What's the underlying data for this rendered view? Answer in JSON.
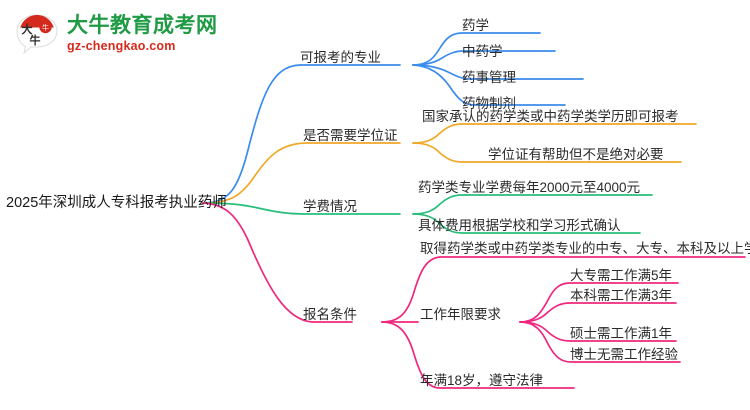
{
  "logo": {
    "mark_name": "daniu-bull-logo",
    "cn_name": "大牛教育成考网",
    "domain": "gz-chengkao.com",
    "brand_green": "#1f9a45",
    "brand_red": "#d42a1e"
  },
  "mindmap": {
    "root": "2025年深圳成人专科报考执业药师",
    "branch_colors": {
      "blue": "#3b8ced",
      "orange": "#f0a828",
      "green": "#28bf7a",
      "pink": "#f0277f"
    },
    "branches": [
      {
        "label": "可报考的专业",
        "color": "#3b8ced",
        "children": [
          {
            "label": "药学"
          },
          {
            "label": "中药学"
          },
          {
            "label": "药事管理"
          },
          {
            "label": "药物制剂"
          }
        ]
      },
      {
        "label": "是否需要学位证",
        "color": "#f0a828",
        "children": [
          {
            "label": "国家承认的药学类或中药学类学历即可报考"
          },
          {
            "label": "学位证有帮助但不是绝对必要"
          }
        ]
      },
      {
        "label": "学费情况",
        "color": "#28bf7a",
        "children": [
          {
            "label": "药学类专业学费每年2000元至4000元"
          },
          {
            "label": "具体费用根据学校和学习形式确认"
          }
        ]
      },
      {
        "label": "报名条件",
        "color": "#f0277f",
        "children": [
          {
            "label": "取得药学类或中药学类专业的中专、大专、本科及以上学历"
          },
          {
            "label": "工作年限要求",
            "children": [
              {
                "label": "大专需工作满5年"
              },
              {
                "label": "本科需工作满3年"
              },
              {
                "label": "硕士需工作满1年"
              },
              {
                "label": "博士无需工作经验"
              }
            ]
          },
          {
            "label": "年满18岁，遵守法律"
          }
        ]
      }
    ]
  }
}
